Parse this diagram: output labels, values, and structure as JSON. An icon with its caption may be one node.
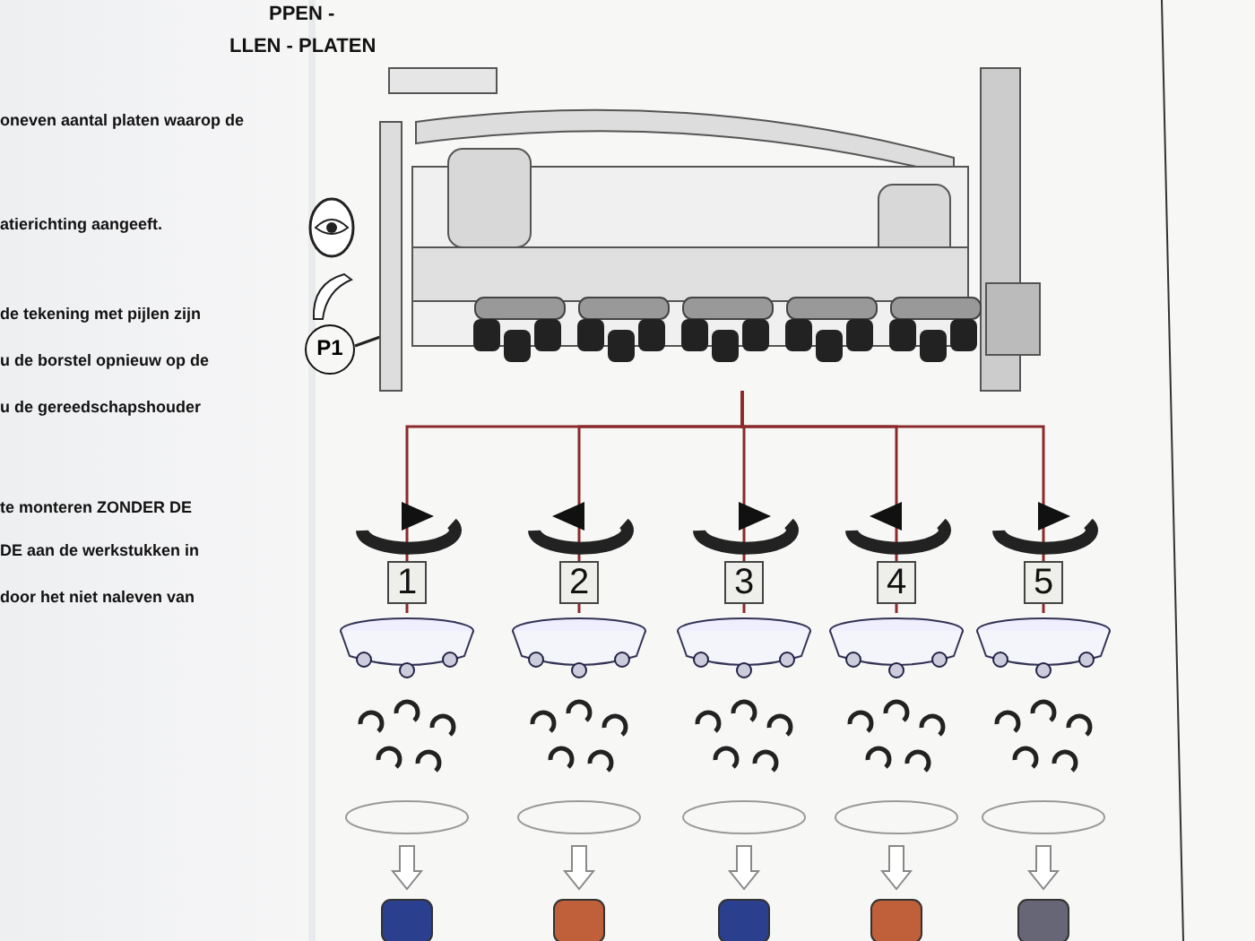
{
  "diagram": {
    "nodes": [
      {
        "text": [],
        "shape": "picture"
      },
      {
        "text": [
          "P1"
        ]
      },
      {
        "text": [
          "1"
        ]
      },
      {
        "text": [
          "2"
        ]
      },
      {
        "text": [
          "3"
        ]
      },
      {
        "text": [
          "4"
        ]
      },
      {
        "text": [
          "5"
        ]
      },
      {
        "text": [],
        "shape": "picture"
      },
      {
        "text": [],
        "shape": "picture"
      },
      {
        "text": [],
        "shape": "picture"
      },
      {
        "text": [],
        "shape": "picture"
      },
      {
        "text": [],
        "shape": "picture"
      }
    ],
    "edges": [
      {
        "from": 1,
        "to": 0,
        "arrow": "none",
        "color": "#222222"
      },
      {
        "from": 0,
        "to": 2,
        "arrow": "none",
        "color": "#8b2a2a"
      },
      {
        "from": 0,
        "to": 3,
        "arrow": "none",
        "color": "#8b2a2a"
      },
      {
        "from": 0,
        "to": 4,
        "arrow": "none",
        "color": "#8b2a2a"
      },
      {
        "from": 0,
        "to": 5,
        "arrow": "none",
        "color": "#8b2a2a"
      },
      {
        "from": 0,
        "to": 6,
        "arrow": "none",
        "color": "#8b2a2a"
      },
      {
        "from": 2,
        "to": 7,
        "arrow": "none",
        "color": "#8b2a2a"
      },
      {
        "from": 3,
        "to": 8,
        "arrow": "none",
        "color": "#8b2a2a"
      },
      {
        "from": 4,
        "to": 9,
        "arrow": "none",
        "color": "#8b2a2a"
      },
      {
        "from": 5,
        "to": 10,
        "arrow": "none",
        "color": "#8b2a2a"
      },
      {
        "from": 6,
        "to": 11,
        "arrow": "none",
        "color": "#8b2a2a"
      }
    ],
    "labels": [
      "PPEN -",
      "LLEN - PLATEN",
      "oneven aantal platen waarop de",
      "atierichting aangeeft.",
      "de tekening met pijlen zijn",
      "u de borstel opnieuw op de",
      "u de gereedschapshouder",
      "te monteren ZONDER DE",
      "DE aan de werkstukken in",
      "door het niet naleven van"
    ]
  }
}
